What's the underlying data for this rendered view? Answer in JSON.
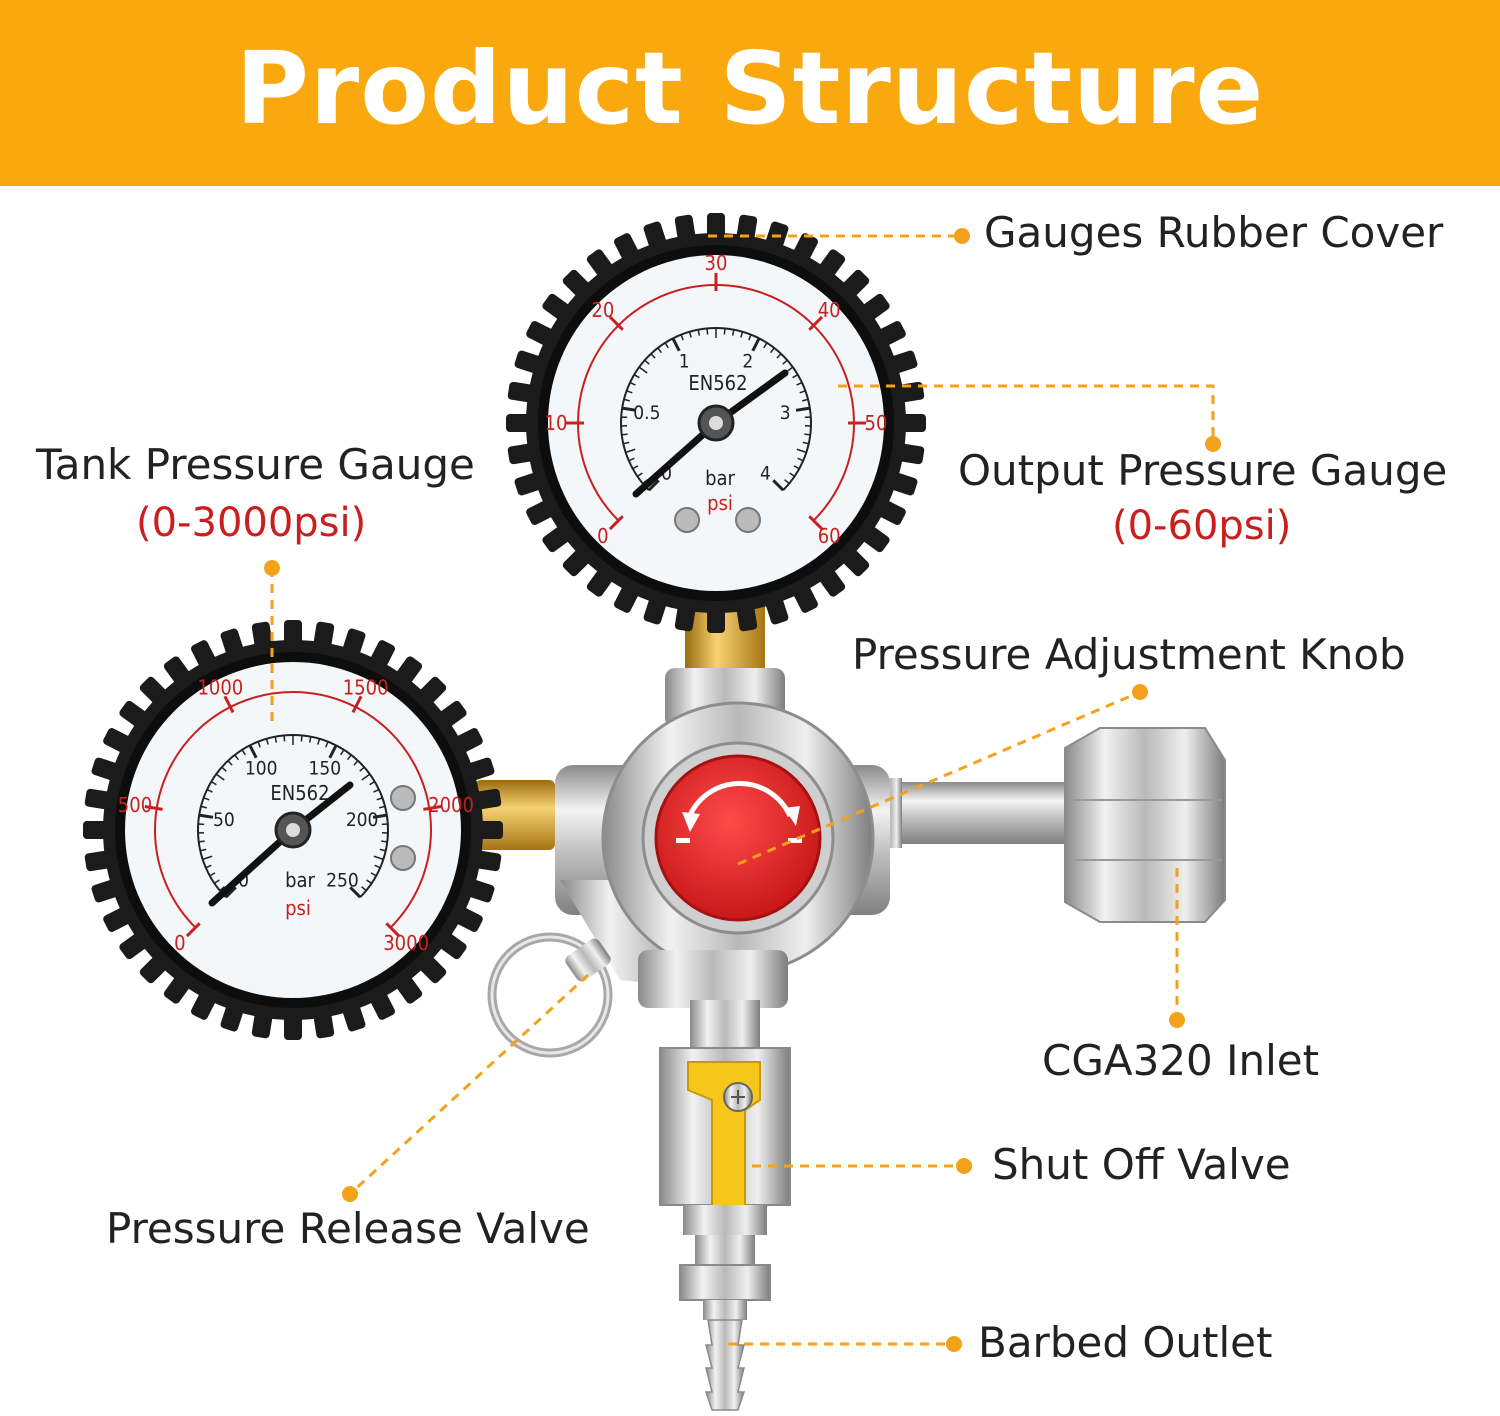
{
  "title": "Product Structure",
  "labels": {
    "gauges_rubber_cover": "Gauges Rubber Cover",
    "tank_pressure_gauge": "Tank Pressure Gauge",
    "tank_pressure_range": "(0-3000psi)",
    "output_pressure_gauge": "Output Pressure Gauge",
    "output_pressure_range": "(0-60psi)",
    "pressure_adjustment_knob": "Pressure Adjustment Knob",
    "cga320_inlet": "CGA320 Inlet",
    "shut_off_valve": "Shut Off Valve",
    "pressure_release_valve": "Pressure Release Valve",
    "barbed_outlet": "Barbed Outlet"
  },
  "output_gauge": {
    "model": "EN562",
    "unit_bar": "bar",
    "unit_psi": "psi",
    "bar_ticks": [
      "0",
      "0.5",
      "1",
      "2",
      "3",
      "4"
    ],
    "psi_ticks": [
      "0",
      "10",
      "20",
      "30",
      "40",
      "50",
      "60"
    ]
  },
  "tank_gauge": {
    "model": "EN562",
    "unit_bar": "bar",
    "unit_psi": "psi",
    "bar_ticks": [
      "0",
      "50",
      "100",
      "150",
      "200",
      "250"
    ],
    "psi_ticks": [
      "0",
      "500",
      "1000",
      "1500",
      "2000",
      "3000"
    ]
  },
  "colors": {
    "banner": "#f9a80e",
    "leader": "#f3a21b",
    "range_text": "#c8201e",
    "knob": "#e32626"
  }
}
